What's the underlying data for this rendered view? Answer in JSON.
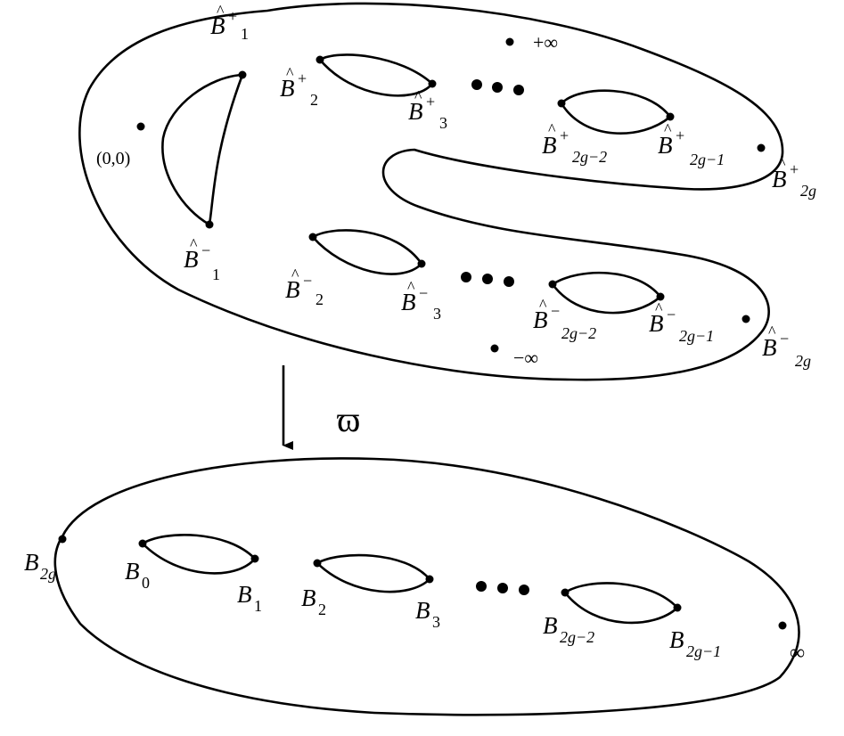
{
  "upper_surface": {
    "labels": {
      "origin": "(0,0)",
      "plus_inf": "+∞",
      "minus_inf": "−∞",
      "b1_plus": {
        "base": "B",
        "sup": "+",
        "sub": "1"
      },
      "b2_plus": {
        "base": "B",
        "sup": "+",
        "sub": "2"
      },
      "b3_plus": {
        "base": "B",
        "sup": "+",
        "sub": "3"
      },
      "b2gm2_plus": {
        "base": "B",
        "sup": "+",
        "sub": "2g−2"
      },
      "b2gm1_plus": {
        "base": "B",
        "sup": "+",
        "sub": "2g−1"
      },
      "b2g_plus": {
        "base": "B",
        "sup": "+",
        "sub": "2g"
      },
      "b1_minus": {
        "base": "B",
        "sup": "−",
        "sub": "1"
      },
      "b2_minus": {
        "base": "B",
        "sup": "−",
        "sub": "2"
      },
      "b3_minus": {
        "base": "B",
        "sup": "−",
        "sub": "3"
      },
      "b2gm2_minus": {
        "base": "B",
        "sup": "−",
        "sub": "2g−2"
      },
      "b2gm1_minus": {
        "base": "B",
        "sup": "−",
        "sub": "2g−1"
      },
      "b2g_minus": {
        "base": "B",
        "sup": "−",
        "sub": "2g"
      }
    }
  },
  "map_label": "ϖ",
  "lower_surface": {
    "labels": {
      "b0": {
        "base": "B",
        "sub": "0"
      },
      "b1": {
        "base": "B",
        "sub": "1"
      },
      "b2": {
        "base": "B",
        "sub": "2"
      },
      "b3": {
        "base": "B",
        "sub": "3"
      },
      "b2gm2": {
        "base": "B",
        "sub": "2g−2"
      },
      "b2gm1": {
        "base": "B",
        "sub": "2g−1"
      },
      "b2g": {
        "base": "B",
        "sub": "2g"
      },
      "inf": "∞"
    }
  }
}
